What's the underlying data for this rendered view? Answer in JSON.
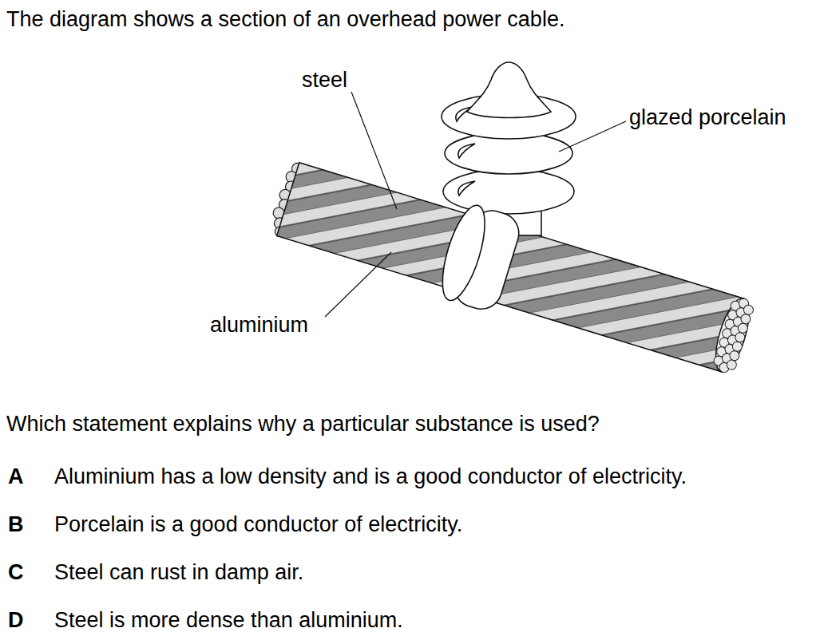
{
  "diagram": {
    "title": "The diagram shows a section of an overhead power cable.",
    "labels": [
      "steel",
      "glazed porcelain",
      "aluminium",
      "Which statement explains why a particular substance is used?",
      "A",
      "Aluminium has a low density and is a good conductor of electricity.",
      "B",
      "Porcelain is a good conductor of electricity.",
      "C",
      "Steel can rust in damp air.",
      "D",
      "Steel is more dense than aluminium."
    ]
  }
}
